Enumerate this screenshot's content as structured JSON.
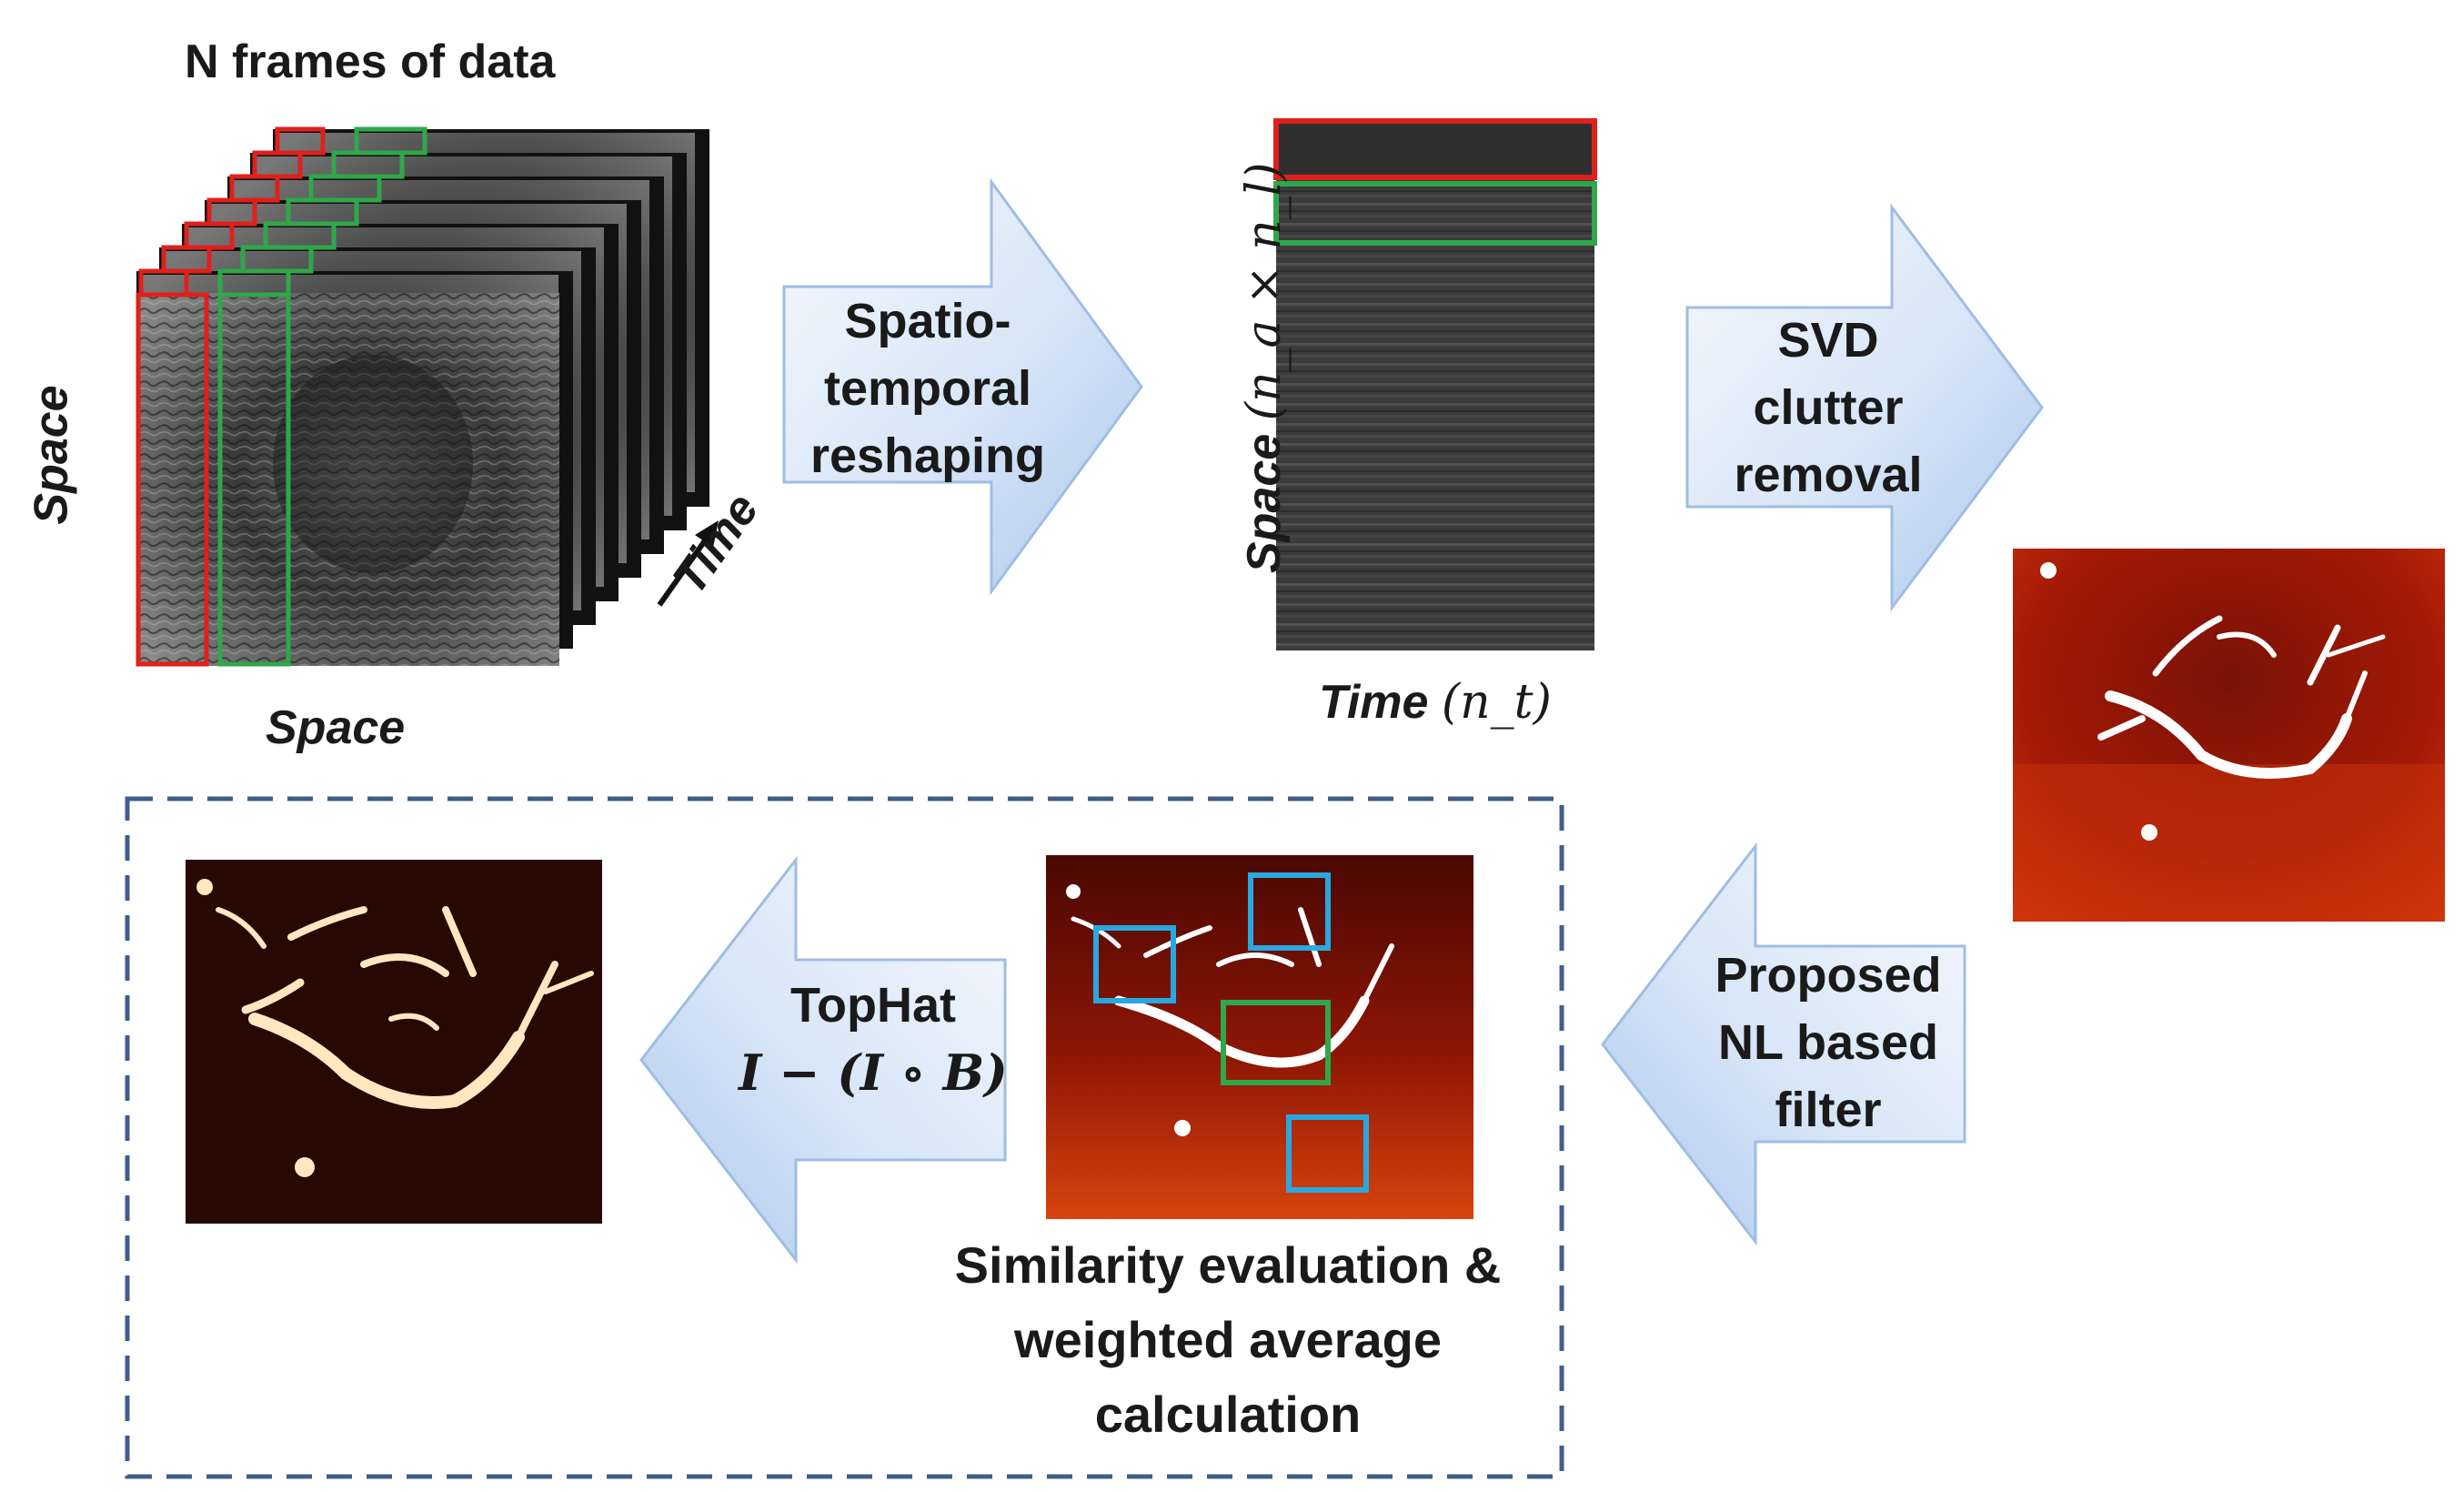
{
  "top_left": {
    "title": "N frames of data",
    "space_y": "Space",
    "space_x": "Space",
    "time": "Time"
  },
  "casorati": {
    "ylabel_word": "Space",
    "ylabel_math": "(n_a × n_l)",
    "xlabel_word": "Time",
    "xlabel_math": "(n_t)"
  },
  "arrows": {
    "reshape": [
      "Spatio-",
      "temporal",
      "reshaping"
    ],
    "svd": [
      "SVD",
      "clutter",
      "removal"
    ],
    "nl": [
      "Proposed",
      "NL based",
      "filter"
    ],
    "tophat_title": "TopHat",
    "tophat_formula": "I − (I ∘ B)"
  },
  "similarity": [
    "Similarity evaluation &",
    "weighted average",
    "calculation"
  ],
  "colors": {
    "arrow_light": "#eef4fc",
    "arrow_dark": "#b7cfee",
    "arrow_edge": "#9fbde3",
    "red_box": "#e0201c",
    "green_box": "#2ea84a",
    "blue_box": "#29a8e0",
    "dashed": "#3f5f8a"
  },
  "icons": [
    "arrow-right-icon",
    "arrow-left-icon",
    "time-arrow-icon"
  ]
}
